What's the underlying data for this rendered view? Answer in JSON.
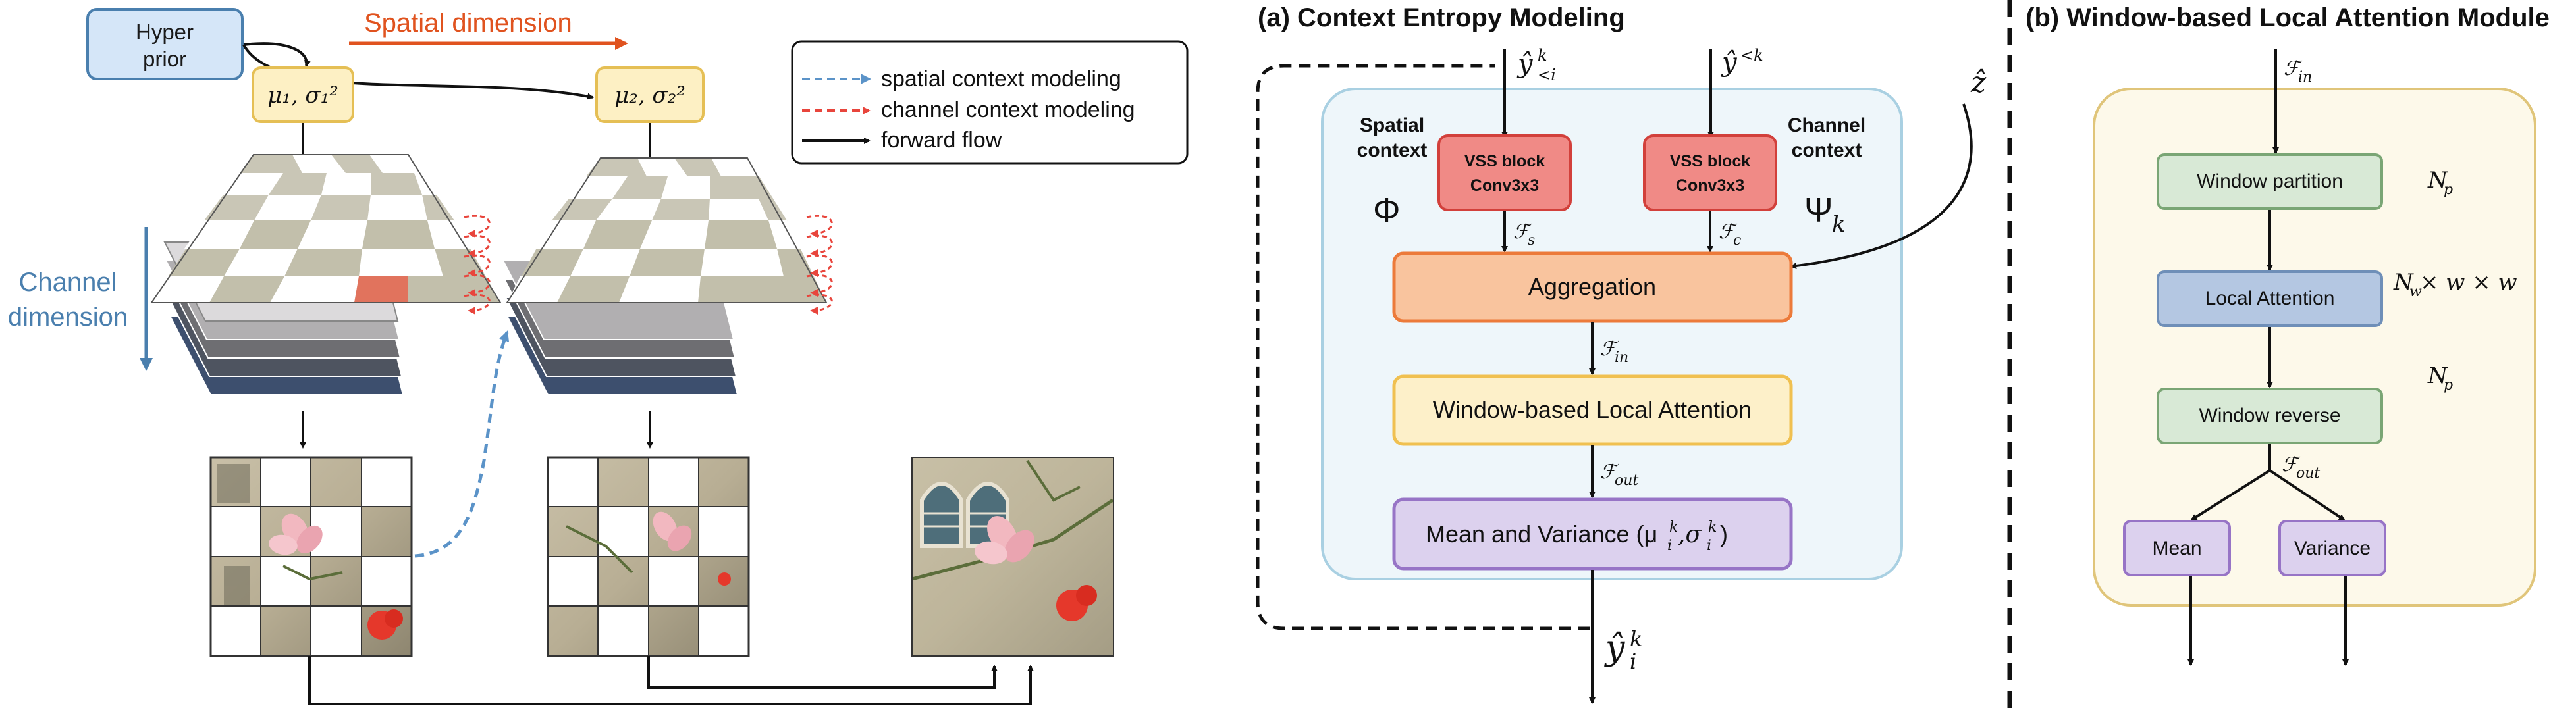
{
  "left_panel": {
    "hyper_prior_label_1": "Hyper",
    "hyper_prior_label_2": "prior",
    "spatial_dimension": "Spatial dimension",
    "channel_label_1": "Channel",
    "channel_label_2": "dimension",
    "param1": "μ₁, σ₁²",
    "param2": "μ₂, σ₂²",
    "legend": {
      "spatial": "spatial context modeling",
      "channel": "channel context modeling",
      "forward": "forward flow"
    }
  },
  "panel_a": {
    "title": "(a) Context Entropy Modeling",
    "y_lt_i": "ŷ",
    "y_lt_i_sup": "k",
    "y_lt_i_sub": "<i",
    "y_lt_k": "ŷ",
    "y_lt_k_sup": "<k",
    "z_hat": "ẑ",
    "spatial_context_1": "Spatial",
    "spatial_context_2": "context",
    "channel_context_1": "Channel",
    "channel_context_2": "context",
    "phi": "Φ",
    "psi": "Ψ",
    "psi_sub": "k",
    "vss_line1": "VSS block",
    "vss_line2": "Conv3x3",
    "f_s": "ℱ",
    "f_s_sub": "s",
    "f_c": "ℱ",
    "f_c_sub": "c",
    "aggregation": "Aggregation",
    "f_in": "ℱ",
    "f_in_sub": "in",
    "wla": "Window-based Local Attention",
    "f_out": "ℱ",
    "f_out_sub": "out",
    "mean_var": "Mean and Variance  (μ",
    "mean_var_tail": "k",
    "y_out": "ŷ",
    "y_out_sup": "k",
    "y_out_sub": "i"
  },
  "panel_b": {
    "title": "(b) Window-based Local Attention Module",
    "f_in": "ℱ",
    "f_in_sub": "in",
    "window_partition": "Window partition",
    "local_attention": "Local Attention",
    "window_reverse": "Window reverse",
    "f_out": "ℱ",
    "f_out_sub": "out",
    "mean": "Mean",
    "variance": "Variance",
    "np1": "N",
    "np1_sub": "p",
    "nw": "N",
    "nw_sub": "w",
    "nw_tail": " × w × w",
    "np2": "N",
    "np2_sub": "p"
  },
  "colors": {
    "spatial_arrow": "#e0531f",
    "channel_axis": "#4a7fae",
    "hyper_fill": "#d5e6f8",
    "param_fill": "#fdf0c4",
    "vss_fill": "#f08a86",
    "agg_fill": "#f9c49e",
    "wla_fill": "#fdf0c9",
    "mv_fill": "#dcd1ee",
    "panel_a_bg": "#eef6fa",
    "panel_b_bg": "#fdf9ea",
    "green_fill": "#d8e9d6",
    "blue_fill": "#b4c7e2"
  }
}
